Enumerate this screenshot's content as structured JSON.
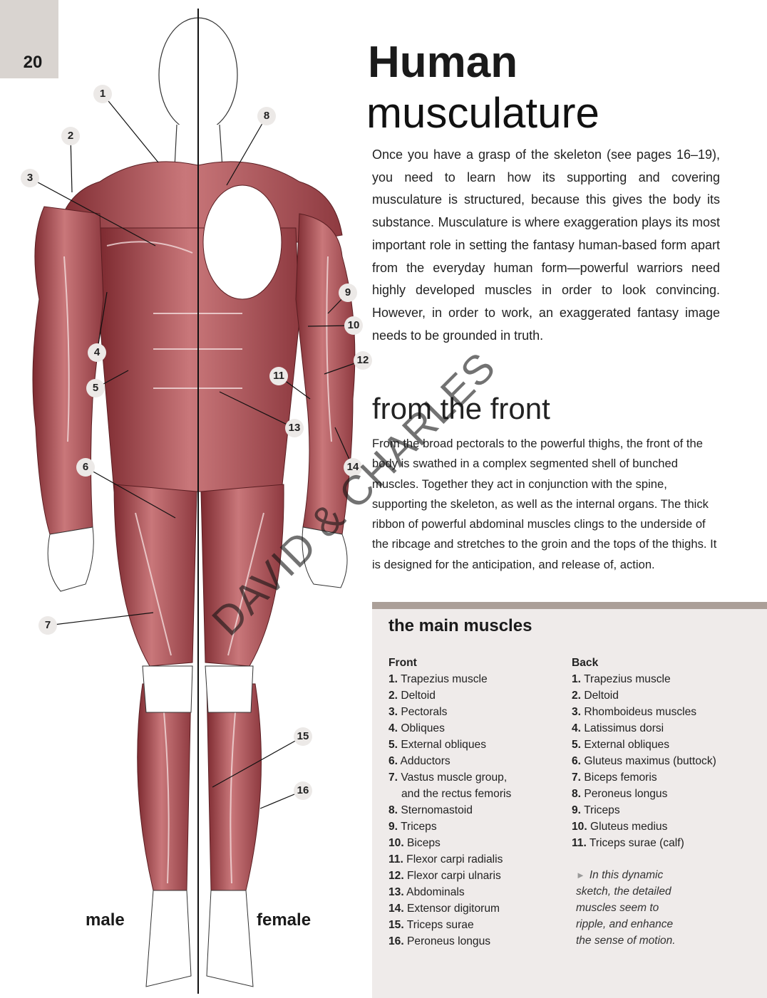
{
  "page_number": "20",
  "title": {
    "line1": "Human",
    "line2": "musculature"
  },
  "intro": "Once you have a grasp of the skeleton (see pages 16–19), you need to learn how its supporting and covering musculature is structured, because this gives the body its substance. Musculature is where exaggeration plays its most important role in setting the fantasy human-based form apart from the everyday human form—powerful warriors need highly developed muscles in order to look convincing. However, in order to work, an exaggerated fantasy image needs to be grounded in truth.",
  "section": {
    "heading": "from the front",
    "body": "From the broad pectorals to the powerful thighs, the front of the body is swathed in a complex segmented shell of bunched muscles. Together they act in conjunction with the spine, supporting the skeleton, as well as the internal organs. The thick ribbon of powerful abdominal muscles clings to the underside of the ribcage and stretches to the groin and the tops of the thighs. It is designed for the anticipation, and release of, action."
  },
  "figure": {
    "labels": [
      "1",
      "2",
      "3",
      "4",
      "5",
      "6",
      "7",
      "8",
      "9",
      "10",
      "11",
      "12",
      "13",
      "14",
      "15",
      "16"
    ],
    "male_label": "male",
    "female_label": "female"
  },
  "muscles_box": {
    "title": "the main muscles",
    "front": {
      "heading": "Front",
      "items": [
        {
          "n": "1.",
          "name": "Trapezius muscle"
        },
        {
          "n": "2.",
          "name": "Deltoid"
        },
        {
          "n": "3.",
          "name": "Pectorals"
        },
        {
          "n": "4.",
          "name": "Obliques"
        },
        {
          "n": "5.",
          "name": "External obliques"
        },
        {
          "n": "6.",
          "name": "Adductors"
        },
        {
          "n": "7.",
          "name": "Vastus muscle group,"
        },
        {
          "n": "",
          "name": "and the rectus femoris"
        },
        {
          "n": "8.",
          "name": "Sternomastoid"
        },
        {
          "n": "9.",
          "name": "Triceps"
        },
        {
          "n": "10.",
          "name": "Biceps"
        },
        {
          "n": "11.",
          "name": "Flexor carpi radialis"
        },
        {
          "n": "12.",
          "name": "Flexor carpi ulnaris"
        },
        {
          "n": "13.",
          "name": "Abdominals"
        },
        {
          "n": "14.",
          "name": "Extensor digitorum"
        },
        {
          "n": "15.",
          "name": "Triceps surae"
        },
        {
          "n": "16.",
          "name": "Peroneus longus"
        }
      ]
    },
    "back": {
      "heading": "Back",
      "items": [
        {
          "n": "1.",
          "name": "Trapezius muscle"
        },
        {
          "n": "2.",
          "name": "Deltoid"
        },
        {
          "n": "3.",
          "name": "Rhomboideus muscles"
        },
        {
          "n": "4.",
          "name": "Latissimus dorsi"
        },
        {
          "n": "5.",
          "name": "External obliques"
        },
        {
          "n": "6.",
          "name": "Gluteus maximus (buttock)"
        },
        {
          "n": "7.",
          "name": "Biceps femoris"
        },
        {
          "n": "8.",
          "name": "Peroneus longus"
        },
        {
          "n": "9.",
          "name": "Triceps"
        },
        {
          "n": "10.",
          "name": "Gluteus medius"
        },
        {
          "n": "11.",
          "name": "Triceps surae (calf)"
        }
      ]
    },
    "caption": [
      "In this dynamic",
      "sketch, the detailed",
      "muscles seem to",
      "ripple, and enhance",
      "the sense of motion."
    ]
  },
  "watermark": "DAVID & CHARLES",
  "colors": {
    "muscle": "#b4545a",
    "muscle_dark": "#7d2a30",
    "box_bg": "#efebea",
    "box_bar": "#ab9f98",
    "page_tab": "#d9d4d0"
  }
}
